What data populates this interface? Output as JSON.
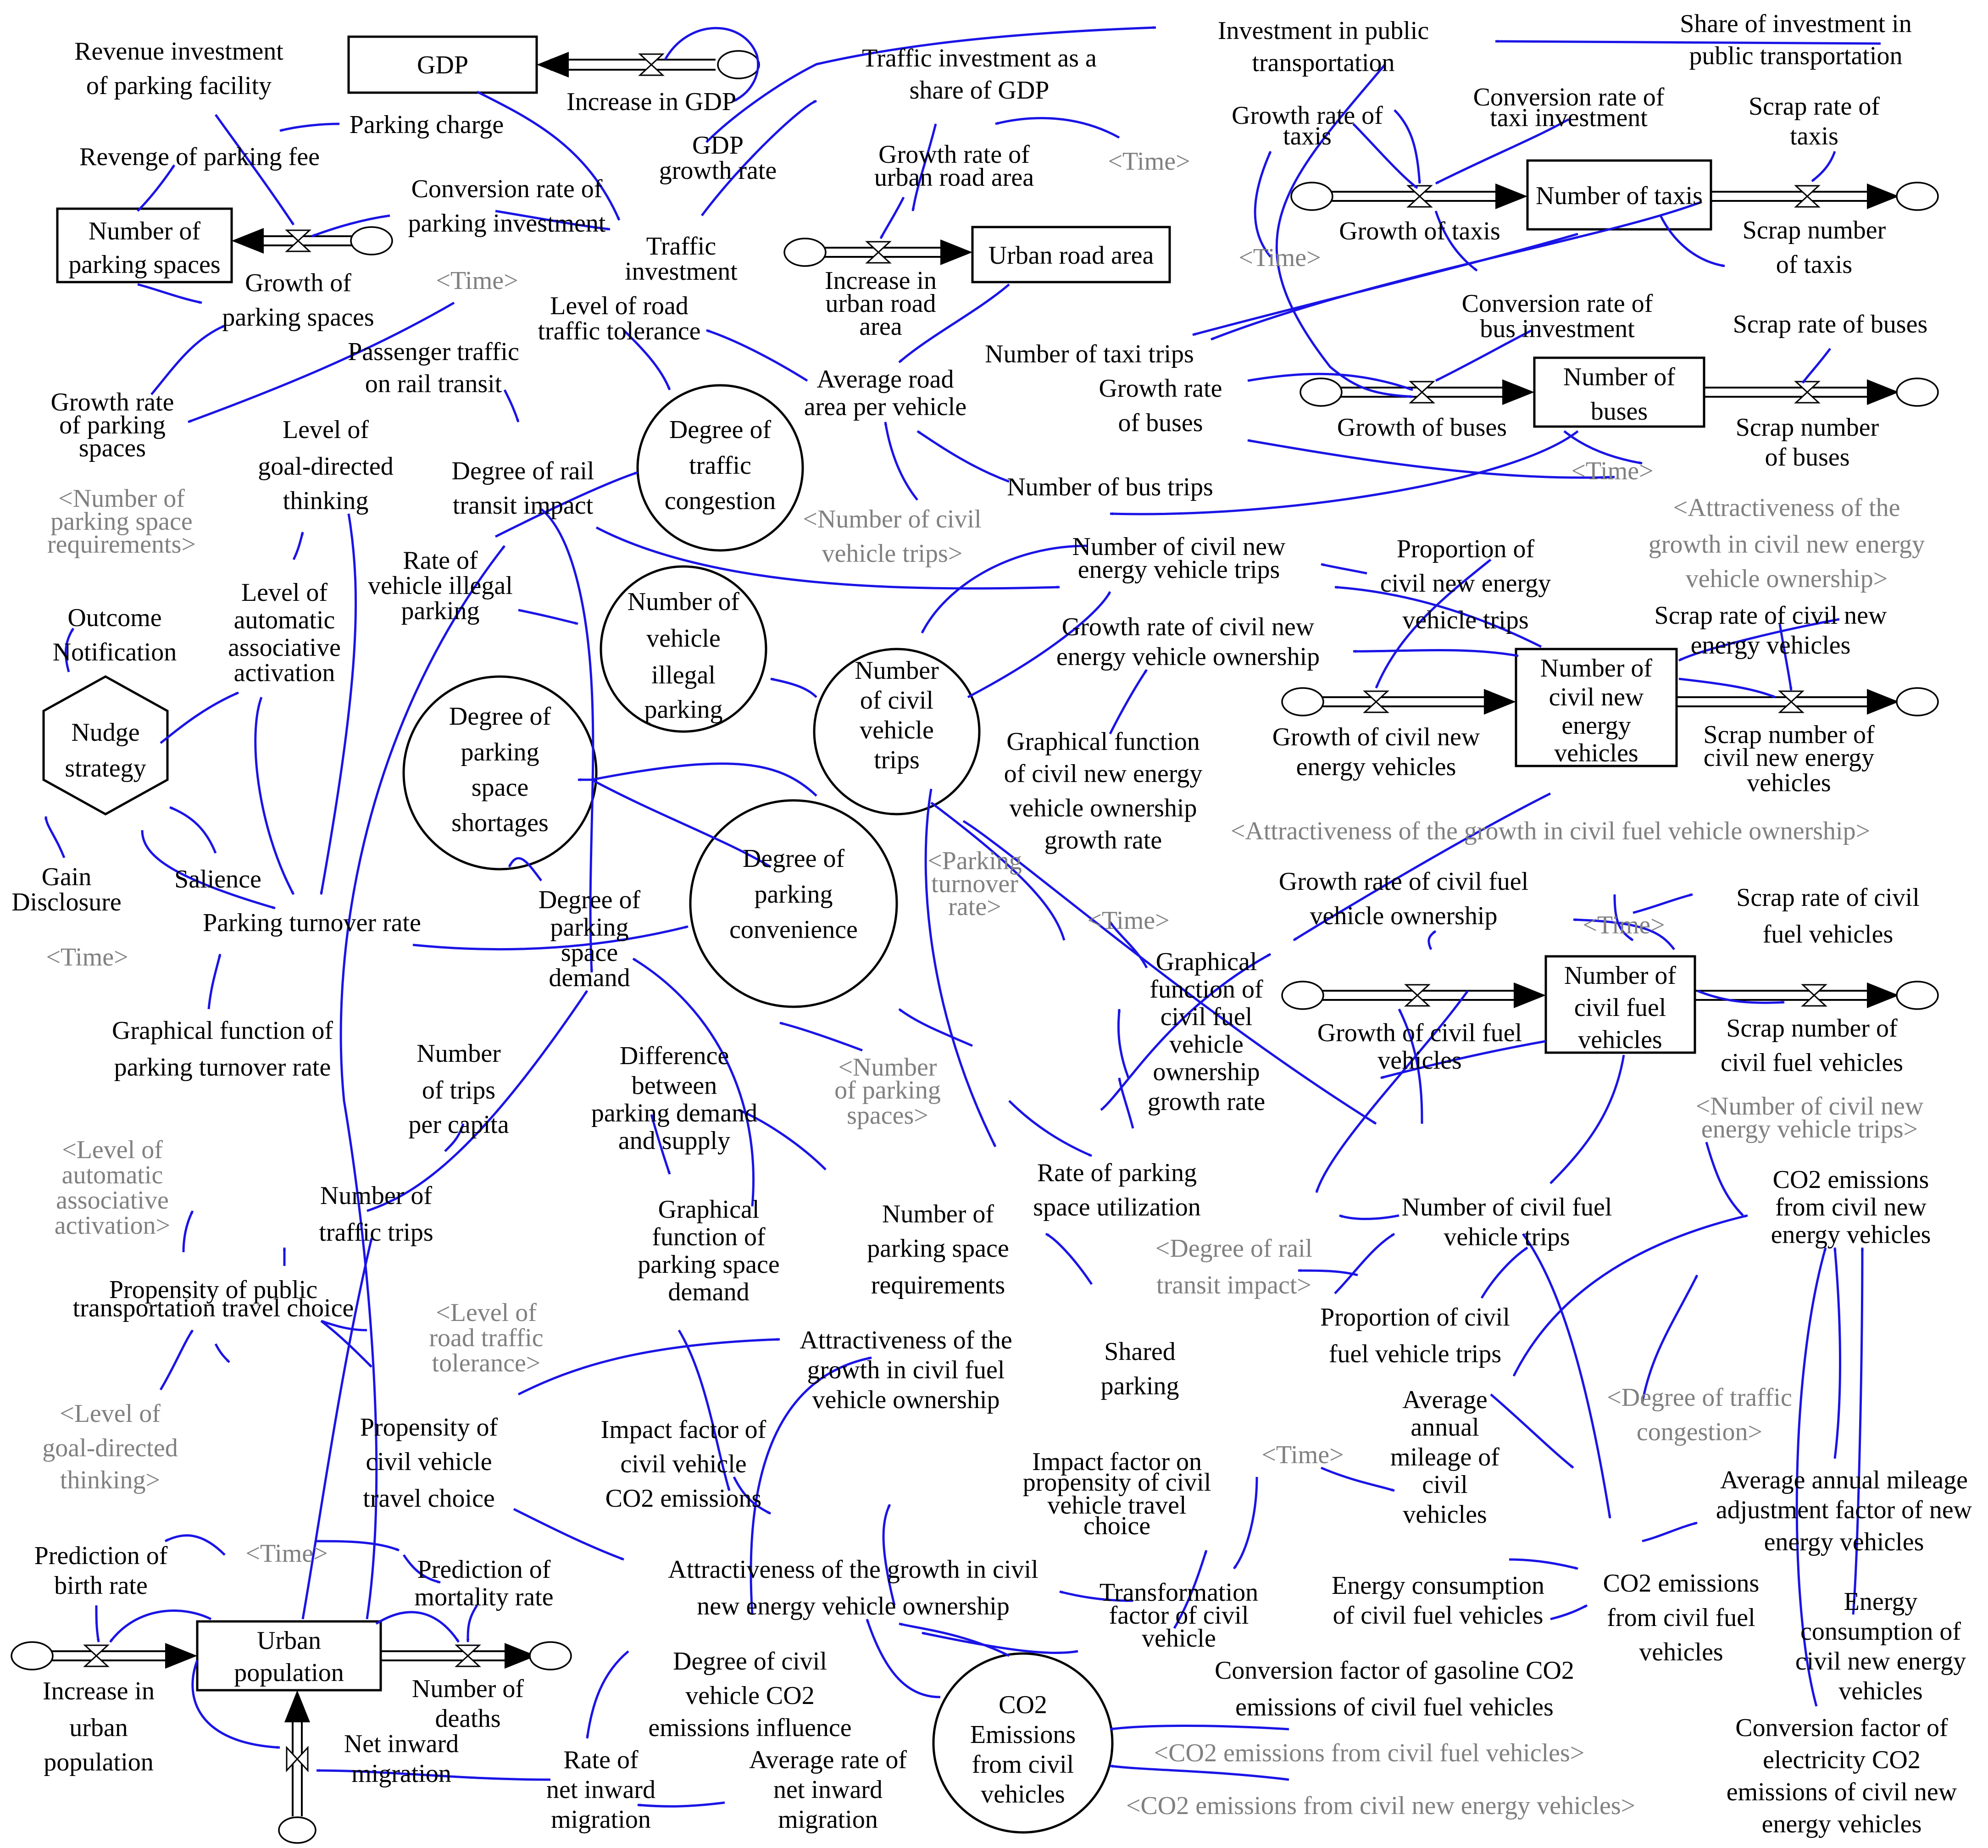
{
  "colors": {
    "link": "#1a14e6",
    "shadow_text": "#808080",
    "shape_stroke": "#000000"
  },
  "stocks": {
    "gdp": "GDP",
    "parking_spaces": [
      "Number of",
      "parking spaces"
    ],
    "urban_road_area": "Urban road area",
    "taxis": "Number of taxis",
    "buses": [
      "Number of",
      "buses"
    ],
    "nev": [
      "Number of",
      "civil new",
      "energy",
      "vehicles"
    ],
    "fuel": [
      "Number of",
      "civil fuel",
      "vehicles"
    ],
    "population": [
      "Urban",
      "population"
    ]
  },
  "circles": {
    "traffic_congestion": [
      "Degree of",
      "traffic",
      "congestion"
    ],
    "illegal_parking": [
      "Number of",
      "vehicle",
      "illegal",
      "parking"
    ],
    "civil_trips": [
      "Number",
      "of civil",
      "vehicle",
      "trips"
    ],
    "parking_shortage": [
      "Degree of",
      "parking",
      "space",
      "shortages"
    ],
    "parking_convenience": [
      "Degree of",
      "parking",
      "convenience"
    ],
    "co2_emissions": [
      "CO2",
      "Emissions",
      "from civil",
      "vehicles"
    ]
  },
  "nudge": {
    "label": [
      "Nudge",
      "strategy"
    ]
  },
  "variables": {
    "revenue_investment": [
      "Revenue investment",
      "of parking facility"
    ],
    "revenue_fee": "Revenge of parking fee",
    "parking_charge": "Parking charge",
    "increase_gdp": "Increase in GDP",
    "gdp_growth": [
      "GDP",
      "growth rate"
    ],
    "traffic_share": [
      "Traffic investment as a",
      "share of GDP"
    ],
    "invest_public": [
      "Investment in public",
      "transportation"
    ],
    "share_public": [
      "Share of investment in",
      "public transportation"
    ],
    "conv_parking": [
      "Conversion rate of",
      "parking investment"
    ],
    "growth_parking": [
      "Growth of",
      "parking spaces"
    ],
    "traffic_investment": [
      "Traffic",
      "investment"
    ],
    "growth_road": [
      "Growth rate of",
      "urban road area"
    ],
    "increase_road": [
      "Increase in",
      "urban road",
      "area"
    ],
    "growth_rate_taxis": [
      "Growth rate of",
      "taxis"
    ],
    "conv_taxi": [
      "Conversion rate of",
      "taxi investment"
    ],
    "scrap_rate_taxis": [
      "Scrap rate of",
      "taxis"
    ],
    "growth_taxis": "Growth of taxis",
    "scrap_num_taxis": [
      "Scrap number",
      "of taxis"
    ],
    "growth_rate_parking": [
      "Growth rate",
      "of parking",
      "spaces"
    ],
    "passenger_rail": [
      "Passenger traffic",
      "on rail transit"
    ],
    "road_tolerance": [
      "Level of road",
      "traffic tolerance"
    ],
    "avg_road_area": [
      "Average road",
      "area per vehicle"
    ],
    "taxi_trips": "Number of taxi trips",
    "conv_bus": [
      "Conversion rate of",
      "bus investment"
    ],
    "scrap_rate_buses": "Scrap rate of buses",
    "growth_rate_buses": [
      "Growth rate",
      "of buses"
    ],
    "growth_buses": "Growth of buses",
    "scrap_num_buses": [
      "Scrap number",
      "of buses"
    ],
    "goal_directed": [
      "Level of",
      "goal-directed",
      "thinking"
    ],
    "rail_impact": [
      "Degree of rail",
      "transit impact"
    ],
    "bus_trips": "Number of bus trips",
    "illegal_rate": [
      "Rate of",
      "vehicle illegal",
      "parking"
    ],
    "nev_trips": [
      "Number of civil new",
      "energy vehicle trips"
    ],
    "prop_nev_trips": [
      "Proportion of",
      "civil new energy",
      "vehicle trips"
    ],
    "auto_assoc": [
      "Level of",
      "automatic",
      "associative",
      "activation"
    ],
    "outcome": [
      "Outcome",
      "Notification"
    ],
    "growth_rate_nev": [
      "Growth rate of civil new",
      "energy vehicle ownership"
    ],
    "scrap_rate_nev": [
      "Scrap rate of civil new",
      "energy vehicles"
    ],
    "growth_nev": [
      "Growth of civil new",
      "energy vehicles"
    ],
    "scrap_num_nev": [
      "Scrap number of",
      "civil new energy",
      "vehicles"
    ],
    "graph_nev": [
      "Graphical function",
      "of civil new energy",
      "vehicle ownership",
      "growth rate"
    ],
    "gain": [
      "Gain",
      "Disclosure"
    ],
    "salience": "Salience",
    "turnover": "Parking turnover rate",
    "parking_demand": [
      "Degree of",
      "parking",
      "space",
      "demand"
    ],
    "growth_rate_fuel": [
      "Growth rate of civil fuel",
      "vehicle ownership"
    ],
    "scrap_rate_fuel": [
      "Scrap rate of civil",
      "fuel vehicles"
    ],
    "graph_fuel": [
      "Graphical",
      "function of",
      "civil fuel",
      "vehicle",
      "ownership",
      "growth rate"
    ],
    "growth_fuel": [
      "Growth of civil fuel",
      "vehicles"
    ],
    "scrap_num_fuel": [
      "Scrap number of",
      "civil fuel vehicles"
    ],
    "graph_turnover": [
      "Graphical function of",
      "parking turnover rate"
    ],
    "trips_per_capita": [
      "Number",
      "of trips",
      "per capita"
    ],
    "diff_parking": [
      "Difference",
      "between",
      "parking demand",
      "and supply"
    ],
    "traffic_trips": [
      "Number of",
      "traffic trips"
    ],
    "graph_demand": [
      "Graphical",
      "function of",
      "parking space",
      "demand"
    ],
    "parking_req": [
      "Number of",
      "parking space",
      "requirements"
    ],
    "utilization": [
      "Rate of parking",
      "space utilization"
    ],
    "fuel_trips": [
      "Number of civil fuel",
      "vehicle trips"
    ],
    "co2_nev": [
      "CO2 emissions",
      "from civil new",
      "energy vehicles"
    ],
    "prop_public": [
      "Propensity of public",
      "transportation travel choice"
    ],
    "attr_fuel": [
      "Attractiveness of the",
      "growth in civil fuel",
      "vehicle ownership"
    ],
    "prop_fuel_trips": [
      "Proportion of civil",
      "fuel vehicle trips"
    ],
    "shared": [
      "Shared",
      "parking"
    ],
    "prop_civil": [
      "Propensity of",
      "civil vehicle",
      "travel choice"
    ],
    "impact_co2": [
      "Impact factor of",
      "civil vehicle",
      "CO2 emissions"
    ],
    "impact_prop": [
      "Impact factor on",
      "propensity of civil",
      "vehicle travel",
      "choice"
    ],
    "avg_mileage": [
      "Average",
      "annual",
      "mileage of",
      "civil",
      "vehicles"
    ],
    "mileage_adj": [
      "Average annual mileage",
      "adjustment factor of new",
      "energy vehicles"
    ],
    "birth": [
      "Prediction of",
      "birth rate"
    ],
    "mortality": [
      "Prediction of",
      "mortality rate"
    ],
    "attr_nev": [
      "Attractiveness of the growth in civil",
      "new energy vehicle ownership"
    ],
    "transform": [
      "Transformation",
      "factor of civil",
      "vehicle"
    ],
    "energy_fuel": [
      "Energy consumption",
      "of civil fuel vehicles"
    ],
    "co2_fuel": [
      "CO2 emissions",
      "from civil fuel",
      "vehicles"
    ],
    "energy_nev": [
      "Energy",
      "consumption of",
      "civil new energy",
      "vehicles"
    ],
    "increase_pop": [
      "Increase in",
      "urban",
      "population"
    ],
    "deaths": [
      "Number of",
      "deaths"
    ],
    "co2_influence": [
      "Degree of civil",
      "vehicle CO2",
      "emissions influence"
    ],
    "conv_gas": [
      "Conversion factor of gasoline CO2",
      "emissions of civil fuel vehicles"
    ],
    "conv_elec": [
      "Conversion factor of",
      "electricity CO2",
      "emissions of civil new",
      "energy vehicles"
    ],
    "net_inward": [
      "Net inward",
      "migration"
    ],
    "rate_inward": [
      "Rate of",
      "net inward",
      "migration"
    ],
    "avg_inward": [
      "Average rate of",
      "net inward",
      "migration"
    ]
  },
  "shadow": {
    "time": "<Time>",
    "parking_space_req": [
      "<Number of",
      "parking space",
      "requirements>"
    ],
    "civil_vehicle_trips": [
      "<Number of civil",
      "vehicle trips>"
    ],
    "attr_nev_growth": [
      "<Attractiveness of the",
      "growth in civil new energy",
      "vehicle ownership>"
    ],
    "turnover_rate": [
      "<Parking",
      "turnover",
      "rate>"
    ],
    "attr_fuel_growth": "<Attractiveness of the growth in civil fuel vehicle ownership>",
    "num_parking_spaces": [
      "<Number",
      "of parking",
      "spaces>"
    ],
    "nev_trips": [
      "<Number of civil new",
      "energy vehicle trips>"
    ],
    "auto_assoc": [
      "<Level of",
      "automatic",
      "associative",
      "activation>"
    ],
    "rail_impact": [
      "<Degree of rail",
      "transit impact>"
    ],
    "road_tolerance": [
      "<Level of",
      "road traffic",
      "tolerance>"
    ],
    "goal_directed": [
      "<Level of",
      "goal-directed",
      "thinking>"
    ],
    "traffic_congestion": [
      "<Degree of traffic",
      "congestion>"
    ],
    "co2_fuel": "<CO2 emissions from civil fuel vehicles>",
    "co2_nev": "<CO2 emissions from civil new energy vehicles>"
  }
}
